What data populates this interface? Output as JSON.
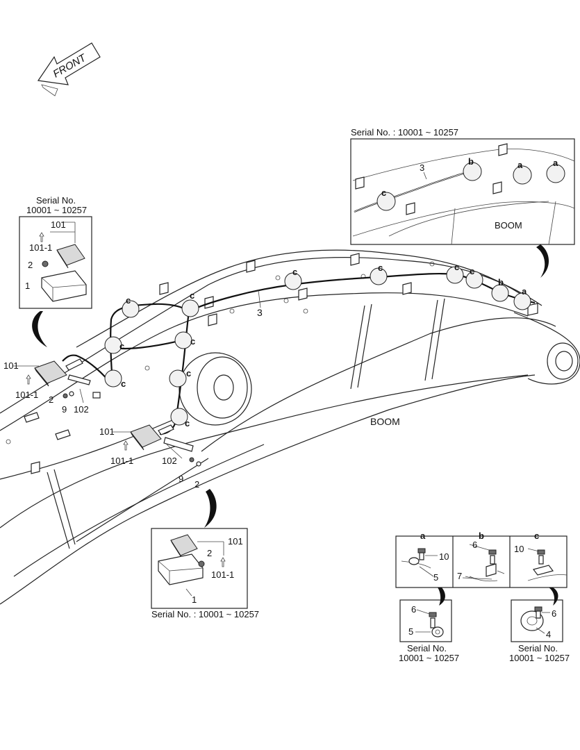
{
  "front_label": "FRONT",
  "boom_labels": [
    "BOOM",
    "BOOM"
  ],
  "serial": {
    "top_right": "Serial No. : 10001 ~ 10257",
    "bottom_center": "Serial No. : 10001 ~ 10257",
    "left_box_line1": "Serial No.",
    "left_box_line2": "10001 ~ 10257",
    "br_a_line1": "Serial No.",
    "br_a_line2": "10001 ~ 10257",
    "br_c_line1": "Serial No.",
    "br_c_line2": "10001 ~ 10257"
  },
  "detail_letters": {
    "a": "a",
    "b": "b",
    "c": "c"
  },
  "callouts": {
    "p1": "1",
    "p2": "2",
    "p3": "3",
    "p4": "4",
    "p5": "5",
    "p6": "6",
    "p7": "7",
    "p9": "9",
    "p10": "10",
    "p101": "101",
    "p101_1": "101-1",
    "p102": "102"
  }
}
